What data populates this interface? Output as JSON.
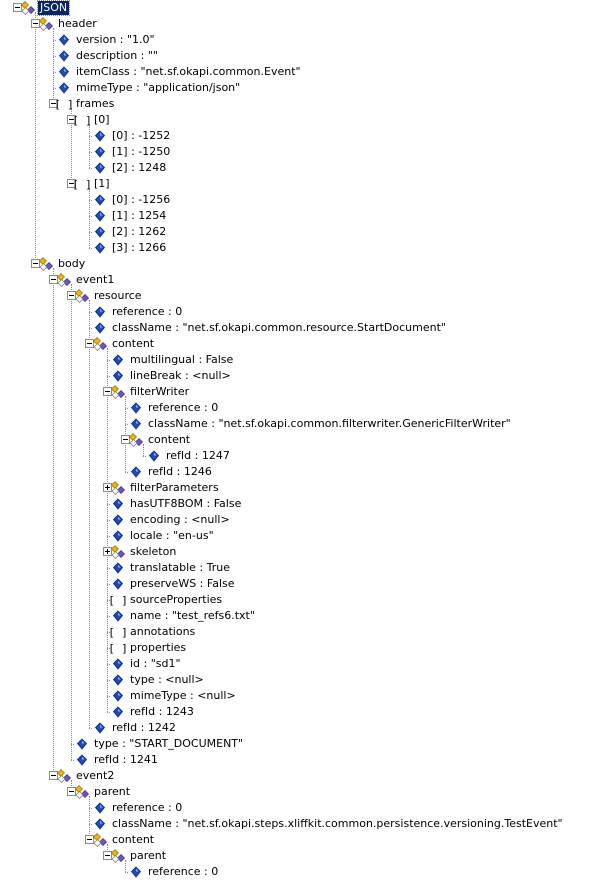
{
  "colors": {
    "selection_bg": "#0a246a",
    "selection_fg": "#ffffff",
    "leaf_icon": "#1f4bb8",
    "object_icon_a": "#f0b400",
    "object_icon_b": "#6a55cc",
    "array_icon": "#000000"
  },
  "tree": {
    "nodes": [
      {
        "label": "JSON",
        "depth": 0,
        "kind": "object",
        "exp": "minus",
        "selected": true
      },
      {
        "label": "header",
        "depth": 1,
        "kind": "object",
        "exp": "minus"
      },
      {
        "label": "version : \"1.0\"",
        "depth": 2,
        "kind": "leaf"
      },
      {
        "label": "description : \"\"",
        "depth": 2,
        "kind": "leaf"
      },
      {
        "label": "itemClass : \"net.sf.okapi.common.Event\"",
        "depth": 2,
        "kind": "leaf"
      },
      {
        "label": "mimeType : \"application/json\"",
        "depth": 2,
        "kind": "leaf"
      },
      {
        "label": "frames",
        "depth": 2,
        "kind": "array",
        "exp": "minus"
      },
      {
        "label": "[0]",
        "depth": 3,
        "kind": "array",
        "exp": "minus"
      },
      {
        "label": "[0] : -1252",
        "depth": 4,
        "kind": "leaf"
      },
      {
        "label": "[1] : -1250",
        "depth": 4,
        "kind": "leaf"
      },
      {
        "label": "[2] : 1248",
        "depth": 4,
        "kind": "leaf"
      },
      {
        "label": "[1]",
        "depth": 3,
        "kind": "array",
        "exp": "minus"
      },
      {
        "label": "[0] : -1256",
        "depth": 4,
        "kind": "leaf"
      },
      {
        "label": "[1] : 1254",
        "depth": 4,
        "kind": "leaf"
      },
      {
        "label": "[2] : 1262",
        "depth": 4,
        "kind": "leaf"
      },
      {
        "label": "[3] : 1266",
        "depth": 4,
        "kind": "leaf"
      },
      {
        "label": "body",
        "depth": 1,
        "kind": "object",
        "exp": "minus"
      },
      {
        "label": "event1",
        "depth": 2,
        "kind": "object",
        "exp": "minus"
      },
      {
        "label": "resource",
        "depth": 3,
        "kind": "object",
        "exp": "minus"
      },
      {
        "label": "reference : 0",
        "depth": 4,
        "kind": "leaf"
      },
      {
        "label": "className : \"net.sf.okapi.common.resource.StartDocument\"",
        "depth": 4,
        "kind": "leaf"
      },
      {
        "label": "content",
        "depth": 4,
        "kind": "object",
        "exp": "minus"
      },
      {
        "label": "multilingual : False",
        "depth": 5,
        "kind": "leaf"
      },
      {
        "label": "lineBreak : <null>",
        "depth": 5,
        "kind": "leaf"
      },
      {
        "label": "filterWriter",
        "depth": 5,
        "kind": "object",
        "exp": "minus"
      },
      {
        "label": "reference : 0",
        "depth": 6,
        "kind": "leaf"
      },
      {
        "label": "className : \"net.sf.okapi.common.filterwriter.GenericFilterWriter\"",
        "depth": 6,
        "kind": "leaf"
      },
      {
        "label": "content",
        "depth": 6,
        "kind": "object",
        "exp": "minus"
      },
      {
        "label": "refId : 1247",
        "depth": 7,
        "kind": "leaf"
      },
      {
        "label": "refId : 1246",
        "depth": 6,
        "kind": "leaf"
      },
      {
        "label": "filterParameters",
        "depth": 5,
        "kind": "object",
        "exp": "plus"
      },
      {
        "label": "hasUTF8BOM : False",
        "depth": 5,
        "kind": "leaf"
      },
      {
        "label": "encoding : <null>",
        "depth": 5,
        "kind": "leaf"
      },
      {
        "label": "locale : \"en-us\"",
        "depth": 5,
        "kind": "leaf"
      },
      {
        "label": "skeleton",
        "depth": 5,
        "kind": "object",
        "exp": "plus"
      },
      {
        "label": "translatable : True",
        "depth": 5,
        "kind": "leaf"
      },
      {
        "label": "preserveWS : False",
        "depth": 5,
        "kind": "leaf"
      },
      {
        "label": "sourceProperties",
        "depth": 5,
        "kind": "array"
      },
      {
        "label": "name : \"test_refs6.txt\"",
        "depth": 5,
        "kind": "leaf"
      },
      {
        "label": "annotations",
        "depth": 5,
        "kind": "array"
      },
      {
        "label": "properties",
        "depth": 5,
        "kind": "array"
      },
      {
        "label": "id : \"sd1\"",
        "depth": 5,
        "kind": "leaf"
      },
      {
        "label": "type : <null>",
        "depth": 5,
        "kind": "leaf"
      },
      {
        "label": "mimeType : <null>",
        "depth": 5,
        "kind": "leaf"
      },
      {
        "label": "refId : 1243",
        "depth": 5,
        "kind": "leaf"
      },
      {
        "label": "refId : 1242",
        "depth": 4,
        "kind": "leaf"
      },
      {
        "label": "type : \"START_DOCUMENT\"",
        "depth": 3,
        "kind": "leaf"
      },
      {
        "label": "refId : 1241",
        "depth": 3,
        "kind": "leaf"
      },
      {
        "label": "event2",
        "depth": 2,
        "kind": "object",
        "exp": "minus"
      },
      {
        "label": "parent",
        "depth": 3,
        "kind": "object",
        "exp": "minus"
      },
      {
        "label": "reference : 0",
        "depth": 4,
        "kind": "leaf"
      },
      {
        "label": "className : \"net.sf.okapi.steps.xliffkit.common.persistence.versioning.TestEvent\"",
        "depth": 4,
        "kind": "leaf"
      },
      {
        "label": "content",
        "depth": 4,
        "kind": "object",
        "exp": "minus"
      },
      {
        "label": "parent",
        "depth": 5,
        "kind": "object",
        "exp": "minus"
      },
      {
        "label": "reference : 0",
        "depth": 6,
        "kind": "leaf"
      }
    ]
  }
}
